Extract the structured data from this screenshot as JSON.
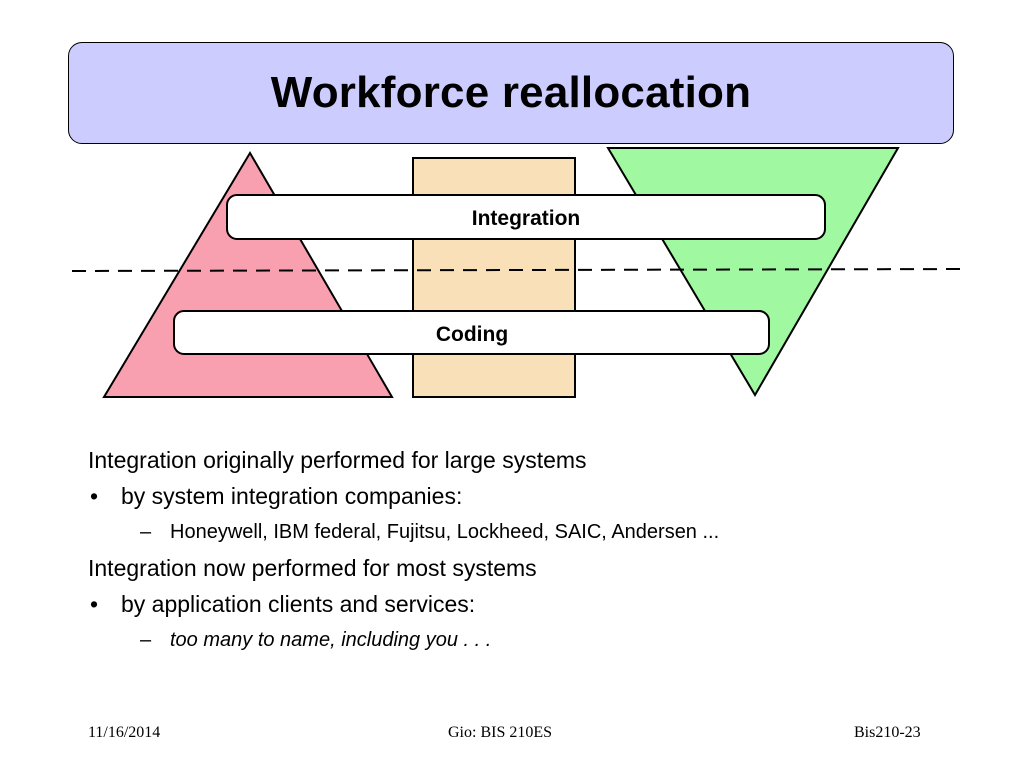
{
  "slide": {
    "title": "Workforce reallocation"
  },
  "diagram": {
    "bar_top_label": "Integration",
    "bar_bottom_label": "Coding",
    "colors": {
      "left_triangle": "#f8a0b0",
      "center_column": "#f9e0b8",
      "right_triangle": "#a0f8a0",
      "bars": "#ffffff",
      "title_box": "#ccccff"
    }
  },
  "body": {
    "line1": "Integration originally performed for large systems",
    "bullet1_marker": "•",
    "bullet1": "by system integration companies:",
    "sub1_marker": "–",
    "sub1": "Honeywell, IBM federal, Fujitsu, Lockheed, SAIC, Andersen ...",
    "line2": "Integration now performed for most systems",
    "bullet2_marker": "•",
    "bullet2": "by application clients and services:",
    "sub2_marker": "–",
    "sub2": "too many to name, including you  . . ."
  },
  "footer": {
    "date": "11/16/2014",
    "center": "Gio: BIS 210ES",
    "page": "Bis210-23"
  }
}
